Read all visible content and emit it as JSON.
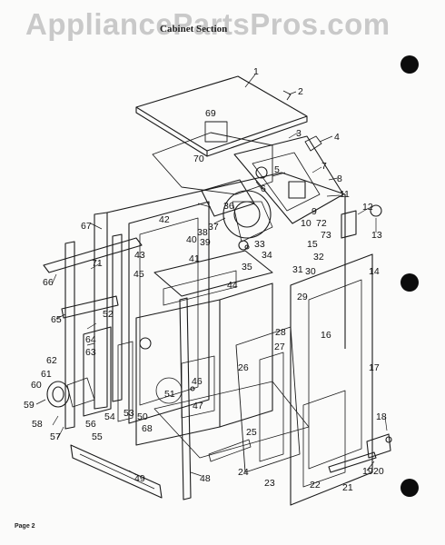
{
  "watermark": "AppliancePartsPros.com",
  "section_title": "Cabinet Section",
  "page_number": "Page 2",
  "callouts": [
    "1",
    "2",
    "3",
    "4",
    "5",
    "6",
    "7",
    "8",
    "9",
    "10",
    "11",
    "12",
    "13",
    "14",
    "15",
    "16",
    "17",
    "18",
    "19",
    "20",
    "21",
    "22",
    "23",
    "24",
    "25",
    "26",
    "27",
    "28",
    "29",
    "30",
    "31",
    "32",
    "33",
    "34",
    "35",
    "36",
    "37",
    "38",
    "39",
    "40",
    "41",
    "42",
    "43",
    "44",
    "45",
    "46",
    "47",
    "48",
    "49",
    "50",
    "51",
    "52",
    "53",
    "54",
    "55",
    "56",
    "57",
    "58",
    "59",
    "60",
    "61",
    "62",
    "63",
    "64",
    "65",
    "66",
    "67",
    "68",
    "69",
    "70",
    "71",
    "72",
    "73"
  ]
}
